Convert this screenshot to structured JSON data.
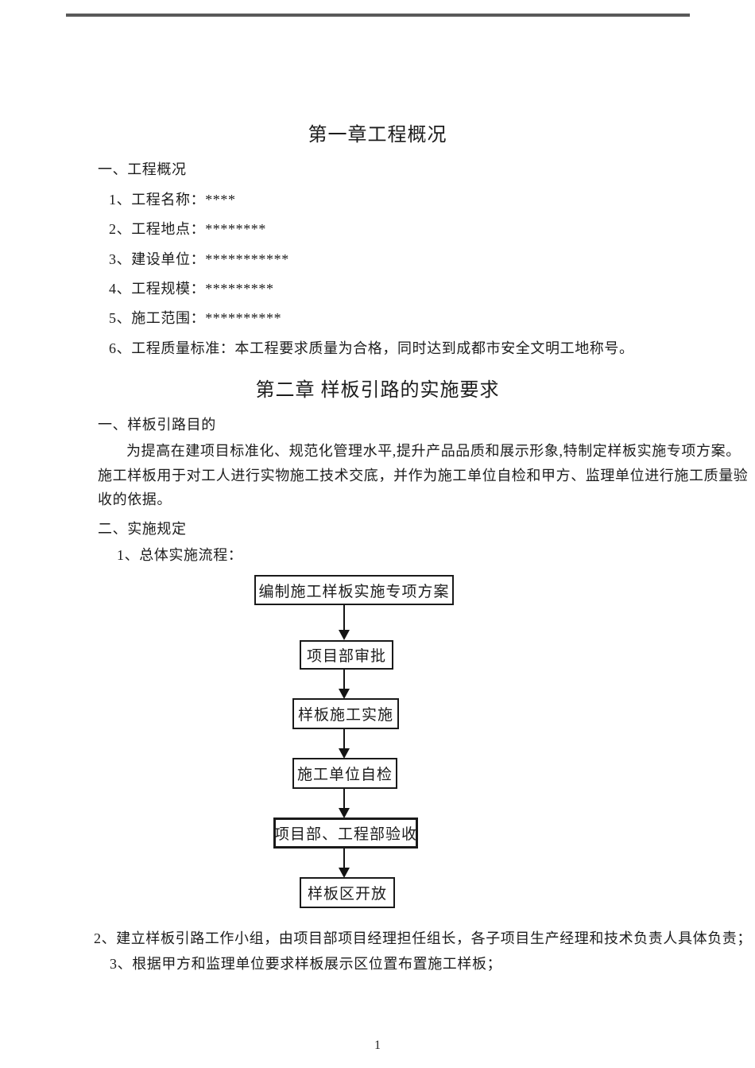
{
  "document": {
    "page_number": "1"
  },
  "chapter1": {
    "title": "第一章工程概况",
    "heading": "一、工程概况",
    "items": [
      "1、工程名称：****",
      "2、工程地点：********",
      "3、建设单位：***********",
      "4、工程规模：*********",
      "5、施工范围：**********",
      "6、工程质量标准：本工程要求质量为合格，同时达到成都市安全文明工地称号。"
    ]
  },
  "chapter2": {
    "title": "第二章 样板引路的实施要求",
    "section1_heading": "一、样板引路目的",
    "paragraph_lines": [
      "为提高在建项目标准化、规范化管理水平,提升产品品质和展示形象,特制定样板实施专项方案。",
      "施工样板用于对工人进行实物施工技术交底，并作为施工单位自检和甲方、监理单位进行施工质量验",
      "收的依据。"
    ],
    "section2_heading": "二、实施规定",
    "flow_label": "1、总体实施流程：",
    "flowchart": {
      "steps": [
        "编制施工样板实施专项方案",
        "项目部审批",
        "样板施工实施",
        "施工单位自检",
        "项目部、工程部验收",
        "样板区开放"
      ]
    },
    "items": [
      "2、建立样板引路工作小组，由项目部项目经理担任组长，各子项目生产经理和技术负责人具体负责；",
      "3、根据甲方和监理单位要求样板展示区位置布置施工样板；"
    ]
  },
  "colors": {
    "top_rule": "#595959",
    "text": "#1c1c1c",
    "box_border": "#1a1a1a"
  }
}
